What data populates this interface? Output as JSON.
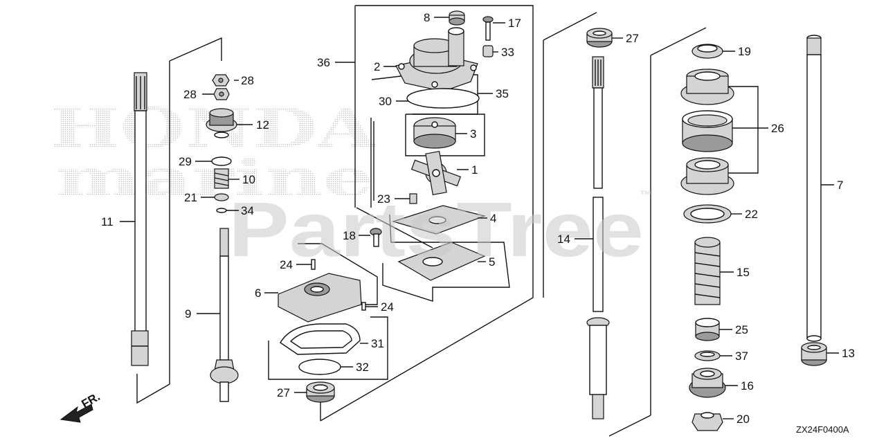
{
  "watermarks": {
    "brand_top": "HONDA",
    "brand_bottom": "marine",
    "parts_site": "PartsTree",
    "trademark": "™"
  },
  "orientation": {
    "label": "FR."
  },
  "drawing_code": "ZX24F0400A",
  "callouts": {
    "c1": "1",
    "c2": "2",
    "c3": "3",
    "c4": "4",
    "c5": "5",
    "c6": "6",
    "c7": "7",
    "c8": "8",
    "c9": "9",
    "c10": "10",
    "c11": "11",
    "c12": "12",
    "c13": "13",
    "c14": "14",
    "c15": "15",
    "c16": "16",
    "c17": "17",
    "c18": "18",
    "c19": "19",
    "c20": "20",
    "c21": "21",
    "c22": "22",
    "c23": "23",
    "c24a": "24",
    "c24b": "24",
    "c25": "25",
    "c26": "26",
    "c27a": "27",
    "c27b": "27",
    "c28a": "28",
    "c28b": "28",
    "c29": "29",
    "c30": "30",
    "c31": "31",
    "c32": "32",
    "c33": "33",
    "c34": "34",
    "c35": "35",
    "c36": "36",
    "c37": "37"
  }
}
